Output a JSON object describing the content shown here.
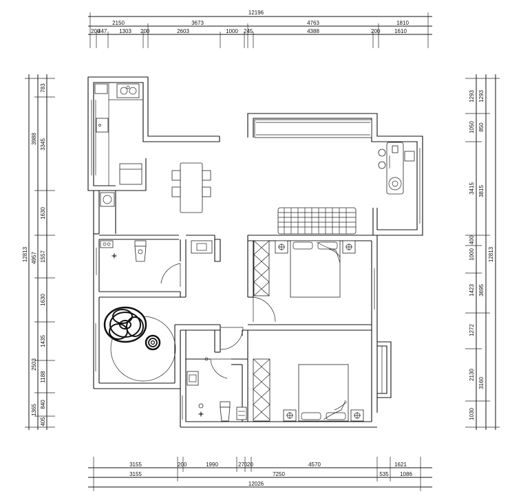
{
  "top_dimensions": {
    "total": "12196",
    "row1": [
      "2150",
      "3673",
      "4763",
      "1810"
    ],
    "row2": [
      "200",
      "447",
      "1303",
      "200",
      "2603",
      "1000",
      "245",
      "4388",
      "200",
      "1610"
    ]
  },
  "bottom_dimensions": {
    "row1": [
      "3155",
      "200",
      "1990",
      "270",
      "20",
      "4570",
      "1621"
    ],
    "row2": [
      "3155",
      "7250",
      "535",
      "1086"
    ],
    "total": "12026"
  },
  "left_dimensions": {
    "total": "12813",
    "outer": [
      "3988",
      "4957",
      "2503",
      "1365"
    ],
    "inner": [
      "783",
      "3345",
      "1630",
      "1557",
      "1630",
      "1435",
      "1188",
      "840",
      "405"
    ]
  },
  "right_dimensions": {
    "total": "12813",
    "outer": [
      "1293",
      "3815",
      "3695",
      "3160"
    ],
    "inner": [
      "1293",
      "1050",
      "850",
      "3415",
      "400",
      "1000",
      "1423",
      "1272",
      "2130",
      "1030"
    ]
  }
}
